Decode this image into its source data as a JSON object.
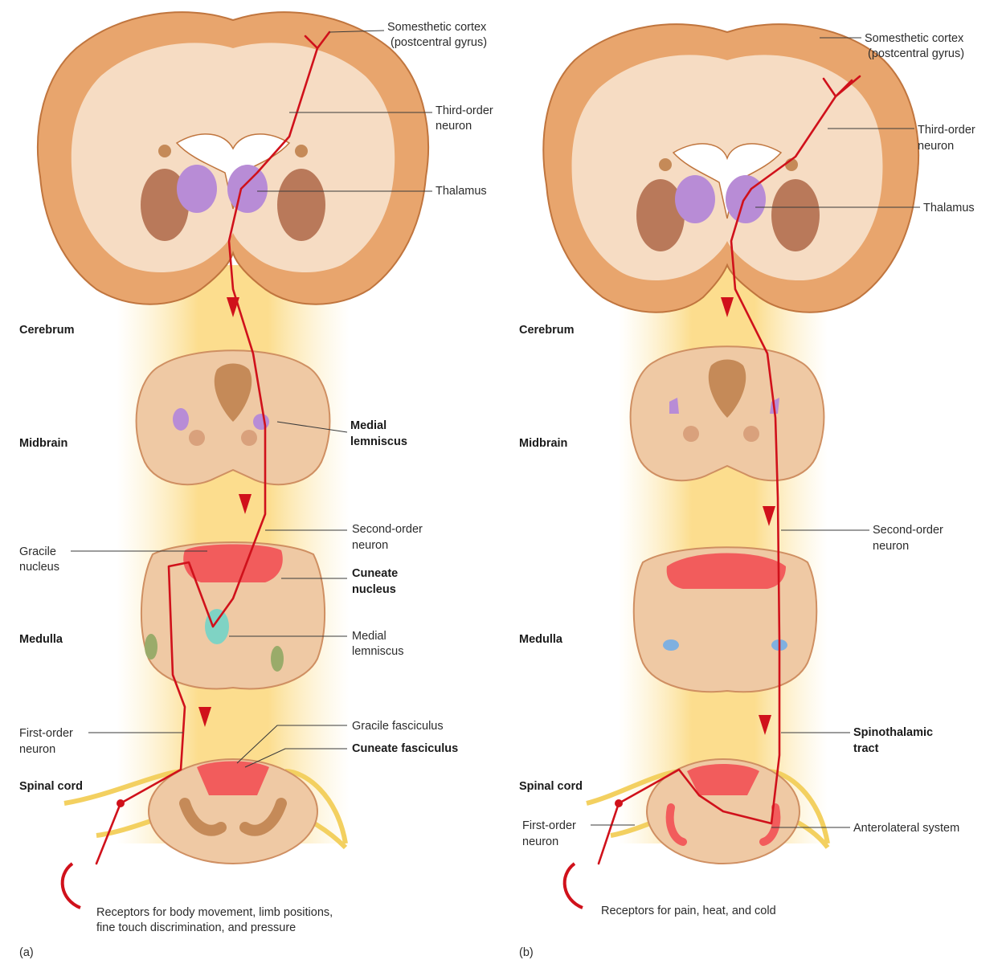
{
  "panel_a": {
    "letter": "(a)",
    "levels": {
      "cerebrum": "Cerebrum",
      "midbrain": "Midbrain",
      "medulla": "Medulla",
      "spinal_cord": "Spinal cord"
    },
    "labels": {
      "cortex_1": "Somesthetic cortex",
      "cortex_2": "(postcentral gyrus)",
      "third_1": "Third-order",
      "third_2": "neuron",
      "thalamus": "Thalamus",
      "medial_lemniscus_1": "Medial",
      "medial_lemniscus_2": "lemniscus",
      "second_1": "Second-order",
      "second_2": "neuron",
      "gracile_nucleus_1": "Gracile",
      "gracile_nucleus_2": "nucleus",
      "cuneate_nucleus_1": "Cuneate",
      "cuneate_nucleus_2": "nucleus",
      "med_lem_1": "Medial",
      "med_lem_2": "lemniscus",
      "gracile_fasciculus": "Gracile fasciculus",
      "cuneate_fasciculus": "Cuneate fasciculus",
      "first_1": "First-order",
      "first_2": "neuron",
      "receptors_1": "Receptors for body movement, limb positions,",
      "receptors_2": "fine touch discrimination, and pressure"
    }
  },
  "panel_b": {
    "letter": "(b)",
    "levels": {
      "cerebrum": "Cerebrum",
      "midbrain": "Midbrain",
      "medulla": "Medulla",
      "spinal_cord": "Spinal cord"
    },
    "labels": {
      "cortex_1": "Somesthetic cortex",
      "cortex_2": "(postcentral gyrus)",
      "third_1": "Third-order",
      "third_2": "neuron",
      "thalamus": "Thalamus",
      "second_1": "Second-order",
      "second_2": "neuron",
      "spinothalamic_1": "Spinothalamic",
      "spinothalamic_2": "tract",
      "first_1": "First-order",
      "first_2": "neuron",
      "anterolateral": "Anterolateral system",
      "receptors": "Receptors for pain, heat, and cold"
    }
  }
}
